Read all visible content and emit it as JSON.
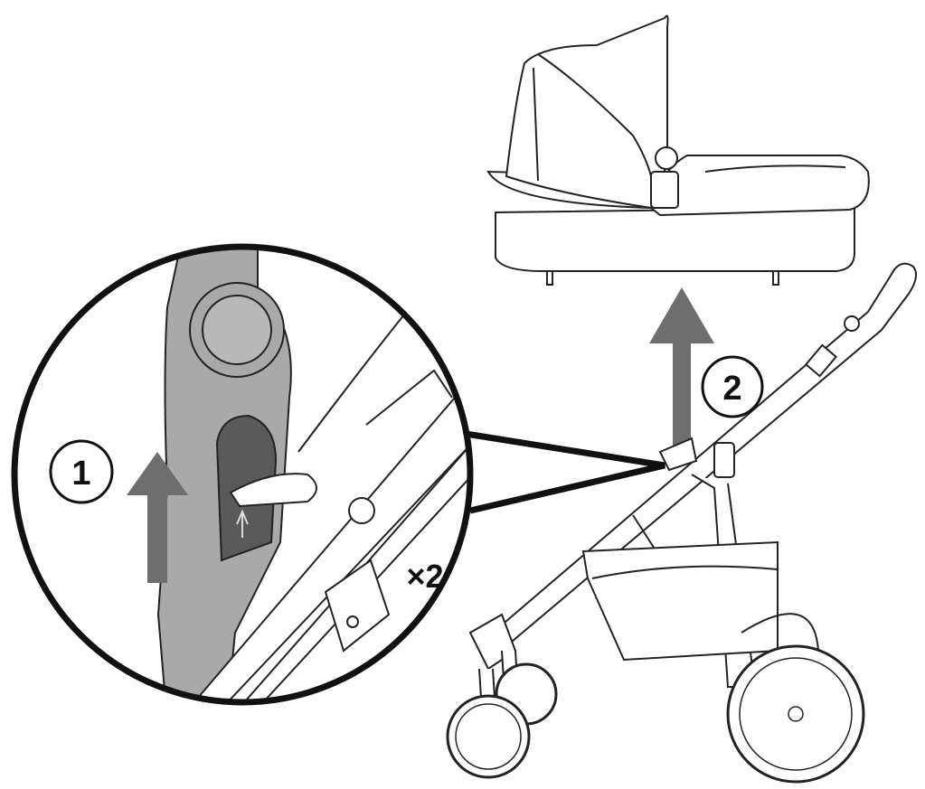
{
  "diagram": {
    "step_labels": [
      "1",
      "2"
    ],
    "quantity_label": "×2",
    "colors": {
      "line": "#111111",
      "arrow": "#6e6e6e",
      "part_gray": "#a9a9a9",
      "dark_gray": "#5a5a5a"
    }
  }
}
